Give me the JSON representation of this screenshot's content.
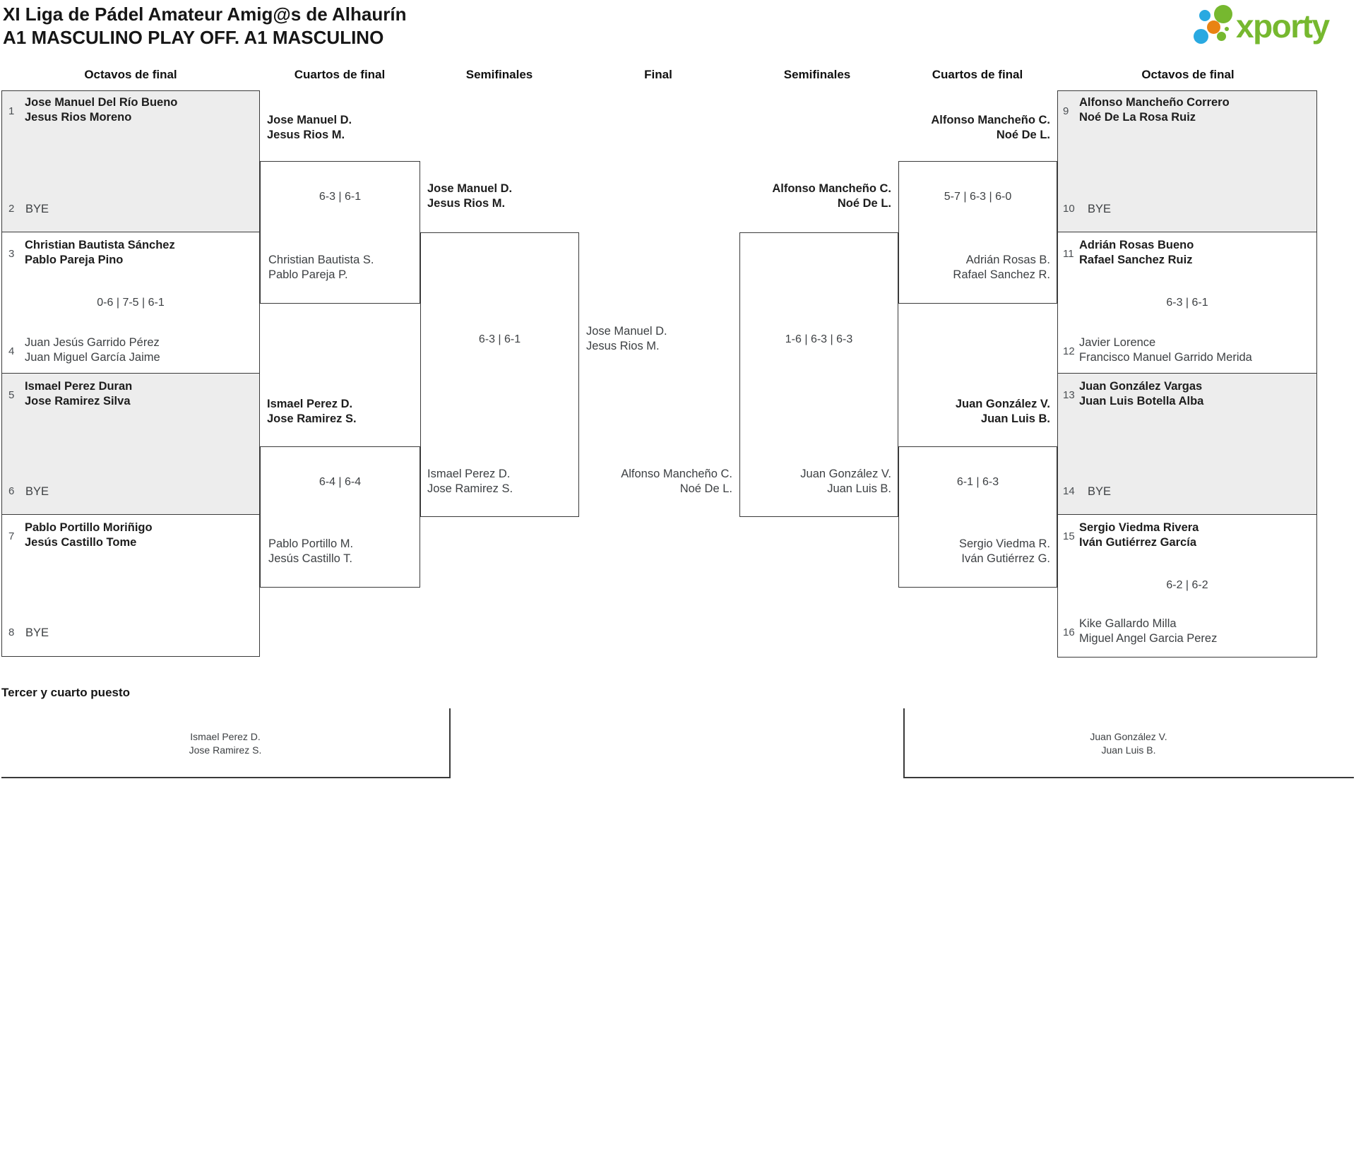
{
  "title": {
    "line1": "XI Liga de Pádel Amateur Amig@s de Alhaurín",
    "line2": "A1 MASCULINO PLAY OFF. A1 MASCULINO"
  },
  "logo": {
    "text": "xporty"
  },
  "colors": {
    "logo_green": "#76b82f",
    "logo_blue": "#29a9e1",
    "logo_orange": "#e98312",
    "box_border": "#3a3a3a",
    "bye_box_fill": "#ededed",
    "winner_text": "#1d1d1d",
    "loser_text": "#3d4043"
  },
  "round_headers": [
    "Octavos de final",
    "Cuartos de final",
    "Semifinales",
    "Final",
    "Semifinales",
    "Cuartos de final",
    "Octavos de final"
  ],
  "octavos_left": [
    {
      "top_seed": "1",
      "top1": "Jose Manuel Del Río Bueno",
      "top2": "Jesus Rios Moreno",
      "bottom_seed": "2",
      "bye": "BYE"
    },
    {
      "top_seed": "3",
      "top1": "Christian Bautista Sánchez",
      "top2": "Pablo Pareja Pino",
      "score": "0-6 | 7-5 | 6-1",
      "bottom_seed": "4",
      "bottom1": "Juan Jesús Garrido Pérez",
      "bottom2": "Juan Miguel García Jaime"
    },
    {
      "top_seed": "5",
      "top1": "Ismael Perez Duran",
      "top2": "Jose Ramirez Silva",
      "bottom_seed": "6",
      "bye": "BYE"
    },
    {
      "top_seed": "7",
      "top1": "Pablo Portillo Moriñigo",
      "top2": "Jesús Castillo Tome",
      "bottom_seed": "8",
      "bye": "BYE"
    }
  ],
  "octavos_right": [
    {
      "top_seed": "9",
      "top1": "Alfonso Mancheño Correro",
      "top2": "Noé De La Rosa Ruiz",
      "bottom_seed": "10",
      "bye": "BYE"
    },
    {
      "top_seed": "11",
      "top1": "Adrián Rosas Bueno",
      "top2": "Rafael Sanchez Ruiz",
      "score": "6-3 | 6-1",
      "bottom_seed": "12",
      "bottom1": "Javier Lorence",
      "bottom2": "Francisco Manuel Garrido Merida"
    },
    {
      "top_seed": "13",
      "top1": "Juan González Vargas",
      "top2": "Juan Luis Botella Alba",
      "bottom_seed": "14",
      "bye": "BYE"
    },
    {
      "top_seed": "15",
      "top1": "Sergio Viedma Rivera",
      "top2": "Iván Gutiérrez García",
      "score": "6-2 | 6-2",
      "bottom_seed": "16",
      "bottom1": "Kike Gallardo Milla",
      "bottom2": "Miguel Angel Garcia Perez"
    }
  ],
  "cuartos_left": [
    {
      "winner1": "Jose Manuel D.",
      "winner2": "Jesus Rios M.",
      "score": "6-3 | 6-1",
      "loser1": "Christian Bautista S.",
      "loser2": "Pablo Pareja P."
    },
    {
      "winner1": "Ismael Perez D.",
      "winner2": "Jose Ramirez S.",
      "score": "6-4 | 6-4",
      "loser1": "Pablo Portillo M.",
      "loser2": "Jesús Castillo T."
    }
  ],
  "cuartos_right": [
    {
      "winner1": "Alfonso Mancheño C.",
      "winner2": "Noé De L.",
      "score": "5-7 | 6-3 | 6-0",
      "loser1": "Adrián Rosas B.",
      "loser2": "Rafael Sanchez R."
    },
    {
      "winner1": "Juan González V.",
      "winner2": "Juan Luis B.",
      "score": "6-1 | 6-3",
      "loser1": "Sergio Viedma R.",
      "loser2": "Iván Gutiérrez G."
    }
  ],
  "semifinal_left": {
    "winner1": "Jose Manuel D.",
    "winner2": "Jesus Rios M.",
    "score": "6-3 | 6-1",
    "loser1": "Ismael Perez D.",
    "loser2": "Jose Ramirez S."
  },
  "semifinal_right": {
    "winner1": "Alfonso Mancheño C.",
    "winner2": "Noé De L.",
    "score": "1-6 | 6-3 | 6-3",
    "loser1": "Juan González V.",
    "loser2": "Juan Luis B."
  },
  "final": {
    "team1_line1": "Jose Manuel D.",
    "team1_line2": "Jesus Rios M.",
    "team2_line1": "Alfonso Mancheño C.",
    "team2_line2": "Noé De L."
  },
  "third_place": {
    "label": "Tercer y cuarto puesto",
    "team1_line1": "Ismael Perez D.",
    "team1_line2": "Jose Ramirez S.",
    "team2_line1": "Juan González V.",
    "team2_line2": "Juan Luis B."
  }
}
